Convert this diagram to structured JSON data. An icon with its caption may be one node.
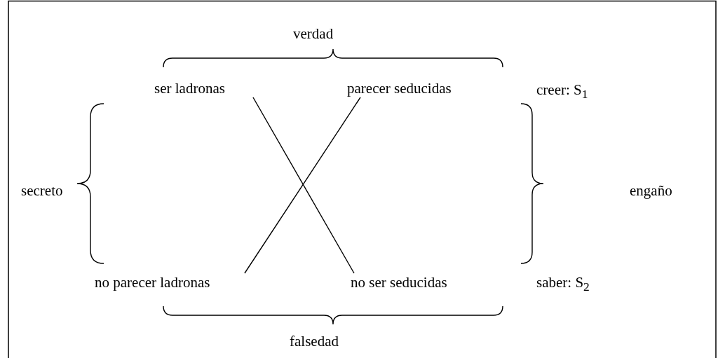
{
  "diagram": {
    "nodes": [
      {
        "text": [
          "ser ladronas"
        ]
      },
      {
        "text": [
          "parecer seducidas"
        ]
      },
      {
        "text": [
          "no parecer ladronas"
        ]
      },
      {
        "text": [
          "no ser seducidas"
        ]
      }
    ],
    "edges": [
      {
        "from": 0,
        "to": 3,
        "arrow": "none"
      },
      {
        "from": 1,
        "to": 2,
        "arrow": "none"
      }
    ],
    "labels": [
      "verdad",
      "secreto",
      "creer: S$_{1}$",
      "engaño",
      "saber: S$_{2}$",
      "falsedad"
    ]
  }
}
